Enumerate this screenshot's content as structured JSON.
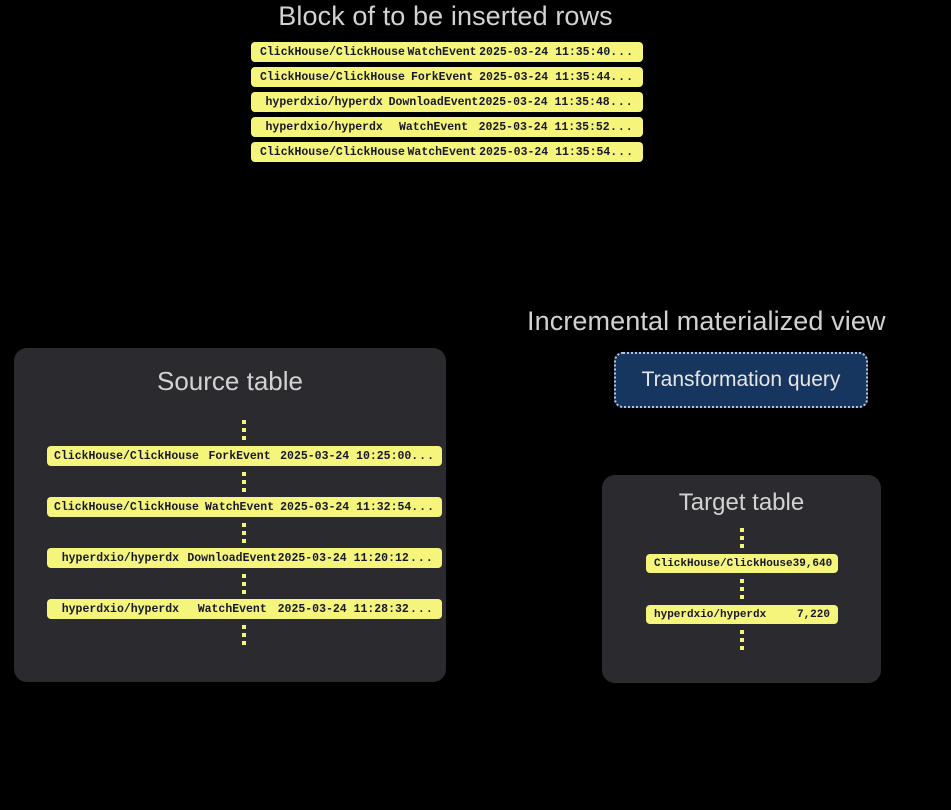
{
  "block": {
    "title": "Block of to be inserted rows",
    "rows": [
      {
        "repo": "ClickHouse/ClickHouse",
        "event": "WatchEvent",
        "timestamp": "2025-03-24 11:35:40",
        "more": "..."
      },
      {
        "repo": "ClickHouse/ClickHouse",
        "event": "ForkEvent",
        "timestamp": "2025-03-24 11:35:44",
        "more": "..."
      },
      {
        "repo": "hyperdxio/hyperdx",
        "event": "DownloadEvent",
        "timestamp": "2025-03-24 11:35:48",
        "more": "..."
      },
      {
        "repo": "hyperdxio/hyperdx",
        "event": "WatchEvent",
        "timestamp": "2025-03-24 11:35:52",
        "more": "..."
      },
      {
        "repo": "ClickHouse/ClickHouse",
        "event": "WatchEvent",
        "timestamp": "2025-03-24 11:35:54",
        "more": "..."
      }
    ]
  },
  "source_table": {
    "title": "Source table",
    "rows": [
      {
        "repo": "ClickHouse/ClickHouse",
        "event": "ForkEvent",
        "timestamp": "2025-03-24 10:25:00",
        "more": "..."
      },
      {
        "repo": "ClickHouse/ClickHouse",
        "event": "WatchEvent",
        "timestamp": "2025-03-24 11:32:54",
        "more": "..."
      },
      {
        "repo": "hyperdxio/hyperdx",
        "event": "DownloadEvent",
        "timestamp": "2025-03-24 11:20:12",
        "more": "..."
      },
      {
        "repo": "hyperdxio/hyperdx",
        "event": "WatchEvent",
        "timestamp": "2025-03-24 11:28:32",
        "more": "..."
      }
    ]
  },
  "materialized_view": {
    "title": "Incremental materialized view",
    "query_label": "Transformation query"
  },
  "target_table": {
    "title": "Target table",
    "rows": [
      {
        "repo": "ClickHouse/ClickHouse",
        "count": "39,640"
      },
      {
        "repo": "hyperdxio/hyperdx",
        "count": "7,220"
      }
    ]
  },
  "colors": {
    "background": "#000000",
    "panel": "#2b2b2f",
    "row_yellow": "#f5f57b",
    "row_text": "#17172b",
    "heading_text": "#d2d2d2",
    "query_fill": "#16355f",
    "query_border": "#b9c4d4"
  }
}
